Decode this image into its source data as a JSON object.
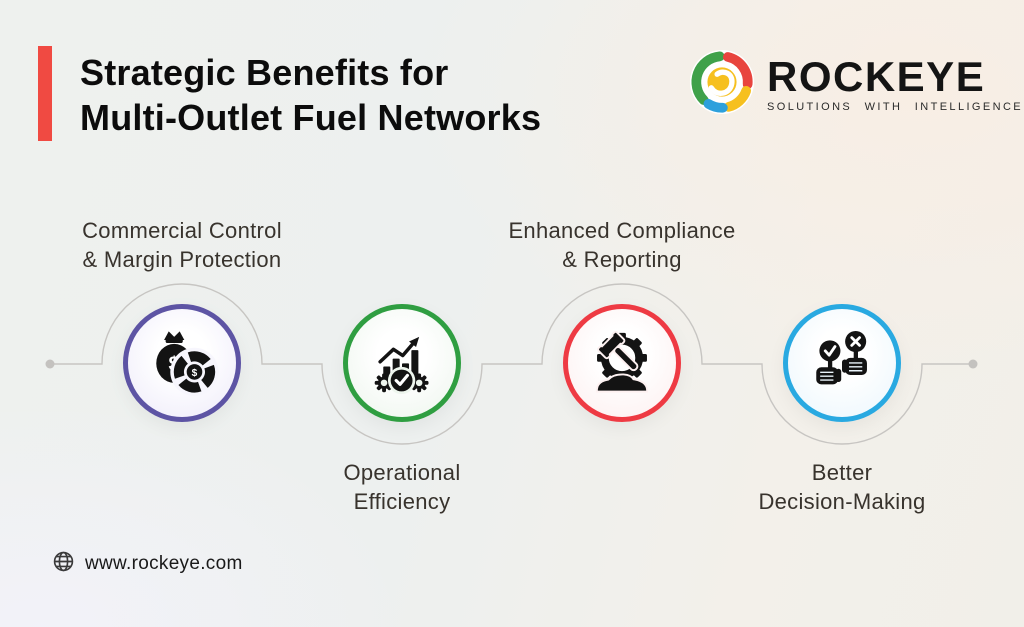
{
  "header": {
    "title": "Strategic Benefits for\nMulti-Outlet Fuel Networks",
    "accent_bar_color": "#f04a42"
  },
  "brand": {
    "wordmark": "ROCKEYE",
    "tagline": "SOLUTIONS WITH INTELLIGENCE",
    "logo_colors": {
      "green": "#3fa14a",
      "red": "#e8443e",
      "yellow": "#f6c01f",
      "blue": "#2da0dc"
    }
  },
  "timeline": {
    "line_color": "#c7c5c2",
    "dot_color": "#c4c2bf"
  },
  "benefits": [
    {
      "label": "Commercial Control\n& Margin Protection",
      "ring_color": "#5d54a4",
      "icon": "money-bag-donut-chart-icon",
      "label_position": "above"
    },
    {
      "label": "Operational\nEfficiency",
      "ring_color": "#2f9e41",
      "icon": "growth-chart-gears-icon",
      "label_position": "below"
    },
    {
      "label": "Enhanced Compliance\n& Reporting",
      "ring_color": "#ee3a43",
      "icon": "gear-gavel-icon",
      "label_position": "above"
    },
    {
      "label": "Better\nDecision-Making",
      "ring_color": "#29a9e1",
      "icon": "approve-reject-hands-icon",
      "label_position": "below"
    }
  ],
  "footer": {
    "website": "www.rockeye.com"
  }
}
